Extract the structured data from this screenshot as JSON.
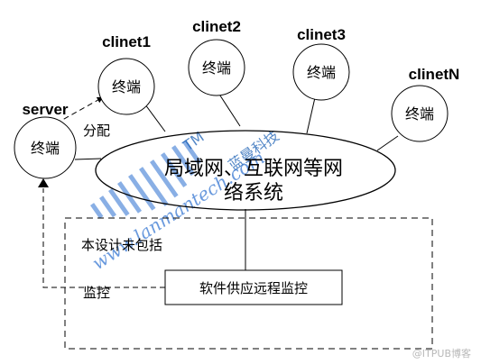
{
  "server": {
    "name": "server",
    "node_label": "终端"
  },
  "clients": [
    {
      "name": "clinet1",
      "node_label": "终端"
    },
    {
      "name": "clinet2",
      "node_label": "终端"
    },
    {
      "name": "clinet3",
      "node_label": "终端"
    },
    {
      "name": "clinetN",
      "node_label": "终端"
    }
  ],
  "lan": {
    "line1": "局域网、互联网等网",
    "line2": "络系统"
  },
  "labels": {
    "distribute": "分配",
    "design_scope": "本设计未包括",
    "monitor": "监控"
  },
  "monitor_box": {
    "label": "软件供应远程监控"
  },
  "watermark": {
    "brand_cn": "蓝曼科技",
    "tm": "TM",
    "url": "www.lanmantech.com",
    "site": "@ITPUB博客"
  }
}
